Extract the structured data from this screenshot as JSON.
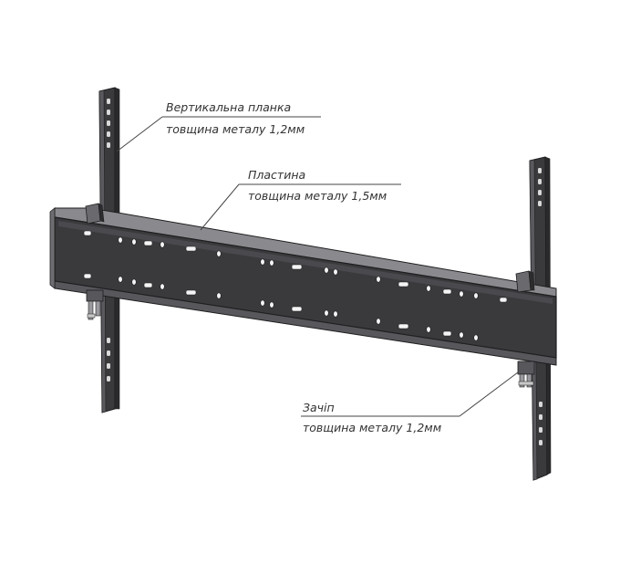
{
  "callouts": {
    "vertical_bar": {
      "title": "Вертикальна планка",
      "spec": "товщина металу 1,2мм"
    },
    "plate": {
      "title": "Пластина",
      "spec": "товщина металу 1,5мм"
    },
    "latch": {
      "title": "Зачіп",
      "spec": "товщина металу 1,2мм"
    }
  },
  "colors": {
    "metal_dark": "#3a3a3d",
    "metal_mid": "#58585c",
    "metal_light": "#8a8a8e",
    "hole": "#f4f4f4",
    "outline": "#1e1e20",
    "leader": "#444444"
  }
}
